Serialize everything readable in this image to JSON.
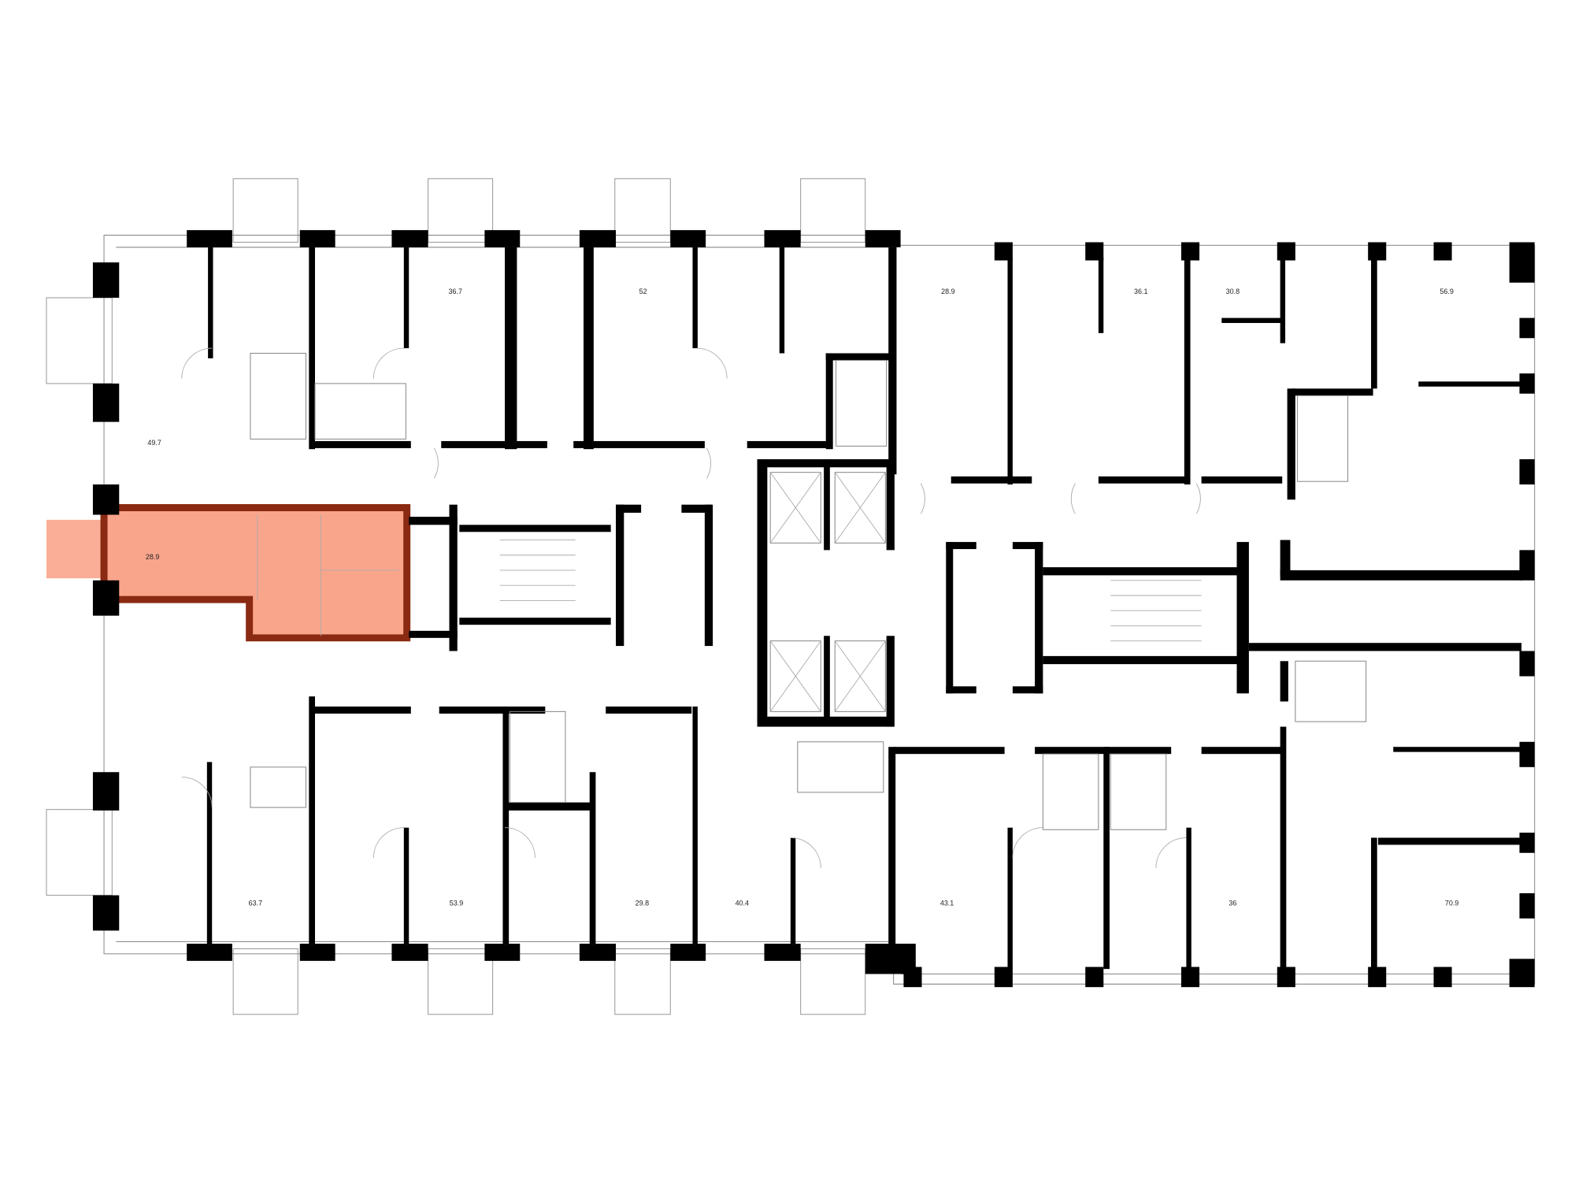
{
  "floor_plan": {
    "highlight_color": "#f9a58c",
    "highlight_border_color": "#8a2a12",
    "selected_apartment": {
      "area": "28.9"
    },
    "apartments": [
      {
        "area": "36.7"
      },
      {
        "area": "52"
      },
      {
        "area": "49.7"
      },
      {
        "area": "28.9"
      },
      {
        "area": "36.1"
      },
      {
        "area": "30.8"
      },
      {
        "area": "56.9"
      },
      {
        "area": "63.7"
      },
      {
        "area": "53.9"
      },
      {
        "area": "29.8"
      },
      {
        "area": "40.4"
      },
      {
        "area": "43.1"
      },
      {
        "area": "36"
      },
      {
        "area": "70.9"
      }
    ]
  }
}
